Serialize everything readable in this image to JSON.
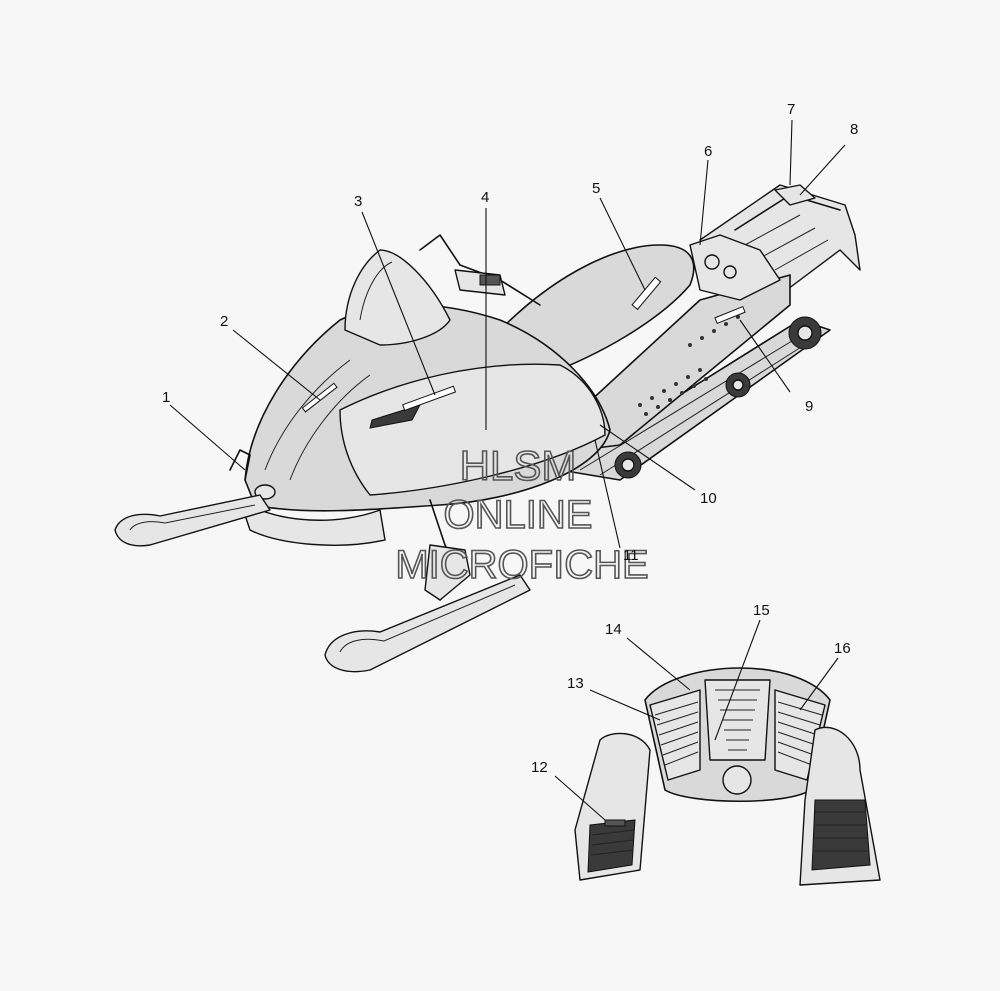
{
  "callouts": [
    "1",
    "2",
    "3",
    "4",
    "5",
    "6",
    "7",
    "8",
    "9",
    "10",
    "11",
    "12",
    "13",
    "14",
    "15",
    "16"
  ],
  "watermark": {
    "line1": "HLSM",
    "line2": "ONLINE",
    "line3": "MICROFICHE"
  },
  "colors": {
    "ink": "#111111",
    "body": "#d9d9d9",
    "background": "#f7f7f7"
  }
}
